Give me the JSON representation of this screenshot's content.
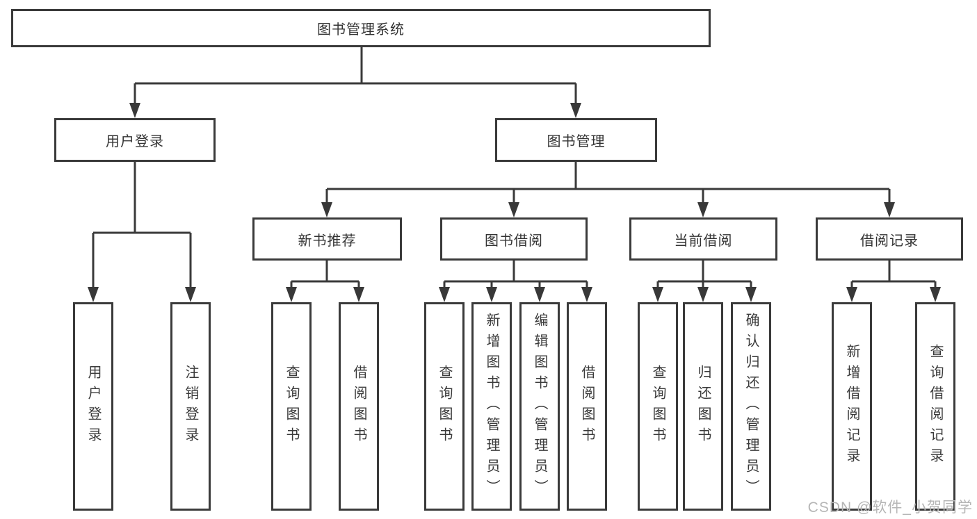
{
  "tree": {
    "root": {
      "label": "图书管理系统"
    },
    "branches": [
      {
        "label": "用户登录",
        "leaves": [
          "用户登录",
          "注销登录"
        ]
      },
      {
        "label": "图书管理",
        "sections": [
          {
            "label": "新书推荐",
            "leaves": [
              "查询图书",
              "借阅图书"
            ]
          },
          {
            "label": "图书借阅",
            "leaves": [
              "查询图书",
              "新增图书（管理员）",
              "编辑图书（管理员）",
              "借阅图书"
            ]
          },
          {
            "label": "当前借阅",
            "leaves": [
              "查询图书",
              "归还图书",
              "确认归还（管理员）"
            ]
          },
          {
            "label": "借阅记录",
            "leaves": [
              "新增借阅记录",
              "查询借阅记录"
            ]
          }
        ]
      }
    ]
  },
  "watermark": "CSDN @软件_小贺同学",
  "colors": {
    "line": "#3a3a3a",
    "text": "#333333",
    "watermark": "#b6b6b6",
    "background": "#ffffff"
  }
}
